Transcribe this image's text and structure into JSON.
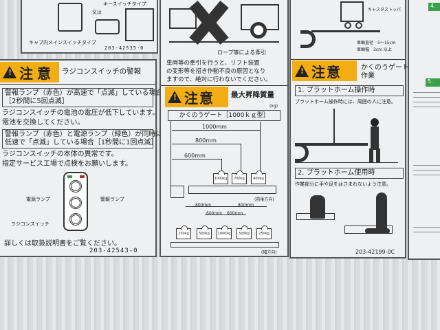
{
  "top_left_label": {
    "key_switch_type": "キースイッチタイプ",
    "or": "又は",
    "cab_switch_type": "キャブ内メインスイッチタイプ",
    "code": "203-42535-0"
  },
  "remote_switch_label": {
    "header": "注意",
    "title": "ラジコンスイッチの警報",
    "case1_box": [
      "警報ランプ（赤色）が高速で「点滅」している場合",
      "［2秒間に5回点滅］"
    ],
    "case1_text": [
      "ラジコンスイッチの電池の電圧が低下しています。",
      "電池を交換してください。"
    ],
    "case2_box": [
      "警報ランプ（赤色）と電源ランプ（緑色）が同時に",
      "低速で「点滅」している場合［1秒間に1回点滅］"
    ],
    "case2_text": [
      "ラジコンスイッチの本体の異常です。",
      "指定サービス工場で点検をお願いします。"
    ],
    "diagram": {
      "power_lamp": "電源ランプ",
      "alarm_lamp": "警報ランプ",
      "remote_switch": "ラジコンスイッチ"
    },
    "footer": "詳しくは取扱説明書をご覧ください。",
    "code": "203-42543-0",
    "lamp_colors": {
      "power": "#3a9a4a",
      "alarm": "#b03030"
    }
  },
  "load_label": {
    "tow_caption": "ロープ等による牽引",
    "tow_text": [
      "車両等の牽引を行うと、リフト装置",
      "の変形等を招き作動不良の原因となり",
      "ますので、絶対に行わないでください。"
    ],
    "header": "注意",
    "title": "最大昇降質量",
    "unit": "(kg)",
    "gate_type": "かくのうゲート［1000ｋｇ型］",
    "distances": [
      "1000mm",
      "800mm",
      "600mm"
    ],
    "weights_long": [
      "1000kg",
      "700kg",
      "400kg"
    ],
    "long_dir": "(前後方向)",
    "width_dist": [
      "800mm",
      "600mm",
      "600mm",
      "800mm"
    ],
    "weights_width": [
      "250kg",
      "500kg",
      "1000kg",
      "500kg",
      "250kg"
    ],
    "width_dir": "(幅方向)"
  },
  "gate_label": {
    "caster_stopper": "キャスタストッパ",
    "wheel_diameter": "車輪直径　5～15cm",
    "wheel_width": "車輪幅　3cm 以上",
    "header": "注意",
    "title": [
      "かくのうゲート",
      "作業"
    ],
    "step1": "1. プラットホーム操作時",
    "step1_text": "プラットホーム操作時には、周囲の人に注意。",
    "step2": "2. プラットホーム使用時",
    "step2_text": "作業部分に手や足をはさまれないよう注意。",
    "code": "203-42199-0C"
  },
  "right_edge": {
    "step4": "4.",
    "step5": "5.",
    "accent": "#3aa04a"
  },
  "colors": {
    "warning_yellow": "#f2ad12"
  }
}
